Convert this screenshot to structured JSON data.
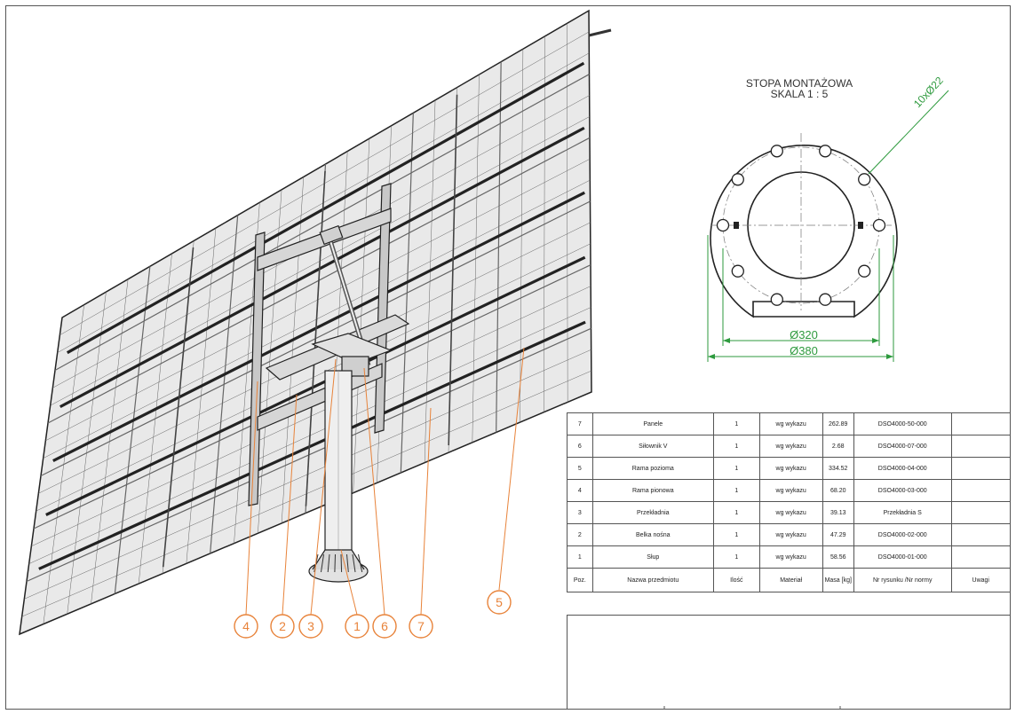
{
  "detail": {
    "title": "STOPA MONTAŻOWA",
    "scale": "SKALA 1 : 5",
    "holes_label": "10xØ22",
    "dim_inner": "Ø320",
    "dim_outer": "Ø380"
  },
  "balloons": [
    "4",
    "2",
    "3",
    "1",
    "6",
    "7",
    "5"
  ],
  "bom": {
    "headers": [
      "Poz.",
      "Nazwa przedmiotu",
      "Ilość",
      "Materiał",
      "Masa [kg]",
      "Nr rysunku /Nr normy",
      "Uwagi"
    ],
    "rows": [
      [
        "7",
        "Panele",
        "1",
        "wg wykazu",
        "262.89",
        "DSO4000-50-000",
        ""
      ],
      [
        "6",
        "Siłownik V",
        "1",
        "wg wykazu",
        "2.68",
        "DSO4000-07-000",
        ""
      ],
      [
        "5",
        "Rama pozioma",
        "1",
        "wg wykazu",
        "334.52",
        "DSO4000-04-000",
        ""
      ],
      [
        "4",
        "Rama pionowa",
        "1",
        "wg wykazu",
        "68.20",
        "DSO4000-03-000",
        ""
      ],
      [
        "3",
        "Przekładnia",
        "1",
        "wg wykazu",
        "39.13",
        "Przekładnia S",
        ""
      ],
      [
        "2",
        "Belka nośna",
        "1",
        "wg wykazu",
        "47.29",
        "DSO4000-02-000",
        ""
      ],
      [
        "1",
        "Słup",
        "1",
        "wg wykazu",
        "58.56",
        "DSO4000-01-000",
        ""
      ]
    ]
  },
  "colors": {
    "line": "#333333",
    "balloon": "#e8833a",
    "dimension": "#2e9a3e"
  }
}
